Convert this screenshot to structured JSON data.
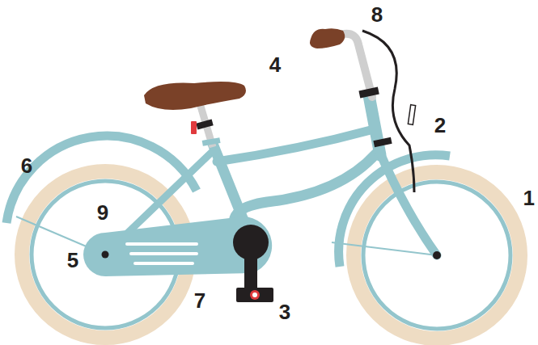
{
  "diagram": {
    "labels": [
      "8",
      "4",
      "2",
      "6",
      "1",
      "9",
      "5",
      "7",
      "3"
    ]
  }
}
